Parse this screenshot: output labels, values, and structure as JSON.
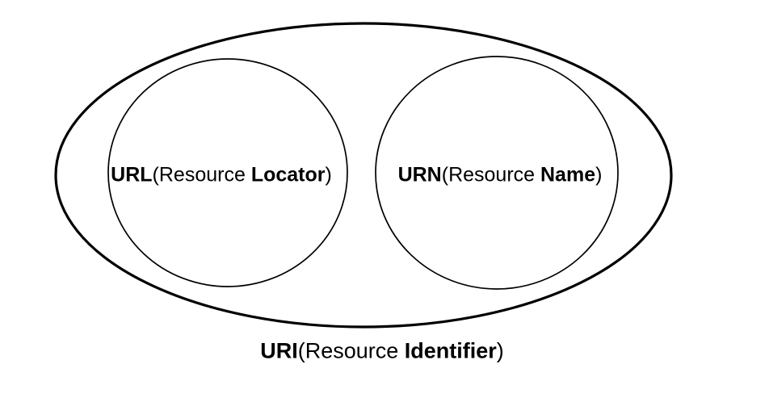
{
  "diagram": {
    "title": "URI / URL / URN relationship diagram",
    "background_color": "#ffffff",
    "stroke_color": "#000000",
    "text_color": "#000000",
    "outer_ellipse_stroke_width": "3.2",
    "inner_circle_stroke_width": "1.7"
  },
  "labels": {
    "url": {
      "full": "URL(Resource Locator)",
      "segments": [
        {
          "text": "URL"
        },
        {
          "text": "(Resource "
        },
        {
          "text": "Locator"
        },
        {
          "text": ")"
        }
      ]
    },
    "urn": {
      "full": "URN(Resource Name)",
      "segments": [
        {
          "text": "URN"
        },
        {
          "text": "(Resource "
        },
        {
          "text": "Name"
        },
        {
          "text": ")"
        }
      ]
    },
    "uri": {
      "full": "URI(Resource Identifier)",
      "segments": [
        {
          "text": "URI"
        },
        {
          "text": "(Resource "
        },
        {
          "text": "Identifier"
        },
        {
          "text": ")"
        }
      ]
    }
  }
}
